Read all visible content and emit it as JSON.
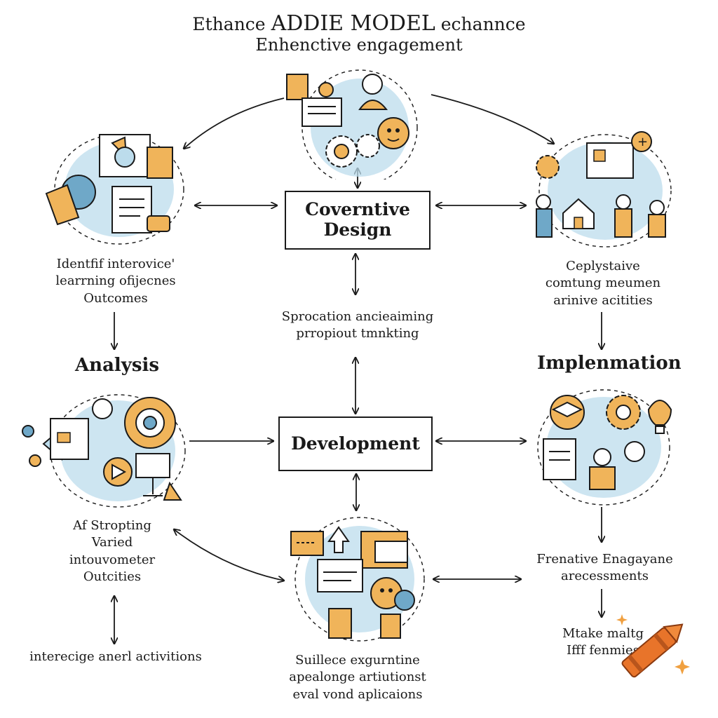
{
  "header": {
    "title_part1": "Ethance",
    "title_main": "ADDIE MODEL",
    "title_part2": "echannce",
    "subtitle": "Enhenctive engagement"
  },
  "boxes": {
    "design": [
      "Coverntive",
      "Design"
    ],
    "development": "Development"
  },
  "phases": {
    "analysis": "Analysis",
    "implementation": "Implenmation"
  },
  "captions": {
    "top_left": [
      "Identfif interovice'",
      "learrning ofijecnes",
      "Outcomes"
    ],
    "top_right": [
      "Ceplystaive",
      "comtung meumen",
      "arinive acitities"
    ],
    "center": [
      "Sprocation ancieaiming",
      "prropiout tmnkting"
    ],
    "mid_left": [
      "Af Stropting",
      "Varied",
      "intouvometer",
      "Outcities"
    ],
    "bottom_left": "interecige anerl activitions",
    "bottom_center": [
      "Suillece exgurntine",
      "apealonge artiutionst",
      "eval vond aplicaions"
    ],
    "mid_right": [
      "Frenative Enagayane",
      "arecessments"
    ],
    "bottom_right": [
      "Mtake maltg",
      "Ifff fenmies"
    ]
  },
  "colors": {
    "accent_orange": "#f0b45a",
    "accent_blue": "#bcdcec",
    "line": "#1a1a1a",
    "crayon": "#e8742a"
  },
  "icons": [
    "design-icon-cluster",
    "analysis-icon-cluster",
    "implementation-icon-cluster",
    "development-icon-cluster",
    "evaluation-icon-cluster",
    "crayon-icon"
  ]
}
